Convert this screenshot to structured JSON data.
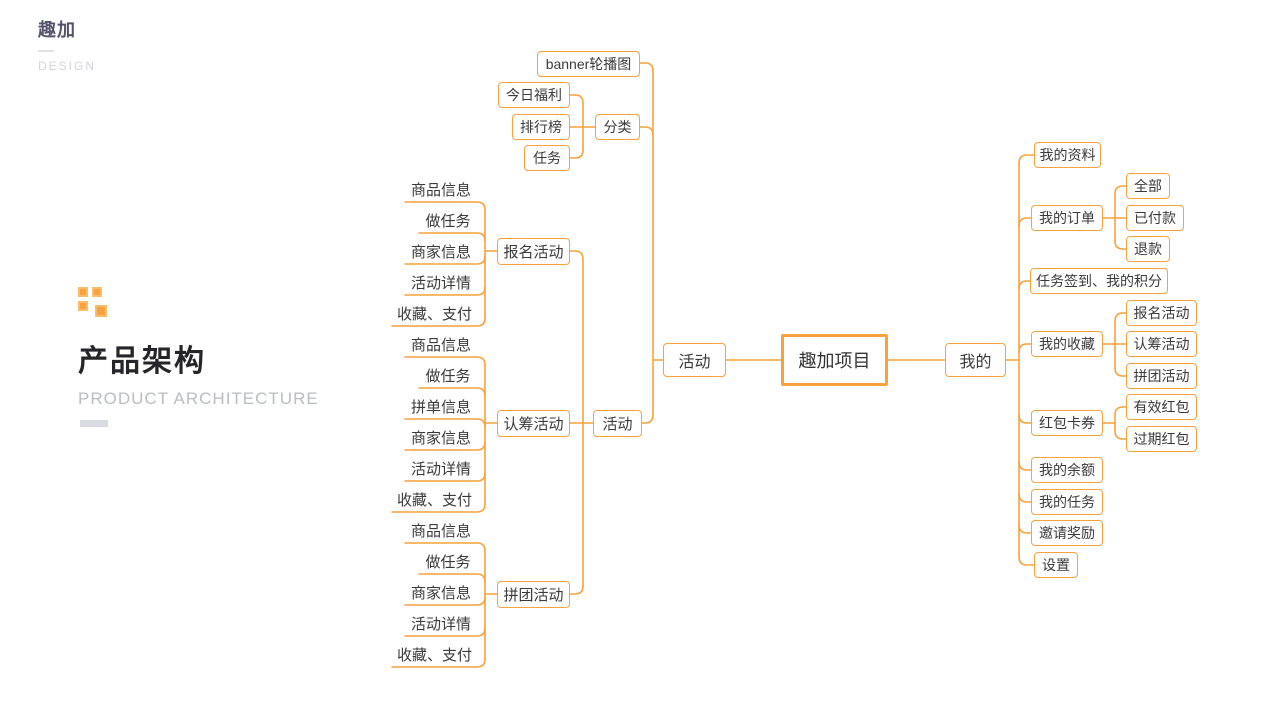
{
  "brand": {
    "logo": "趣加",
    "sub": "DESIGN"
  },
  "heading": {
    "title": "产品架构",
    "subtitle": "PRODUCT ARCHITECTURE"
  },
  "colors": {
    "accent": "#f7a23c",
    "text": "#3a3a3a",
    "muted": "#b9bdc4"
  },
  "mindmap": {
    "root": "趣加项目",
    "left": {
      "label": "活动",
      "banner": "banner轮播图",
      "category": {
        "label": "分类",
        "children": [
          "今日福利",
          "排行榜",
          "任务"
        ]
      },
      "activity": {
        "label": "活动",
        "signup": {
          "label": "报名活动",
          "children": [
            "商品信息",
            "做任务",
            "商家信息",
            "活动详情",
            "收藏、支付"
          ]
        },
        "crowd": {
          "label": "认筹活动",
          "children": [
            "商品信息",
            "做任务",
            "拼单信息",
            "商家信息",
            "活动详情",
            "收藏、支付"
          ]
        },
        "group": {
          "label": "拼团活动",
          "children": [
            "商品信息",
            "做任务",
            "商家信息",
            "活动详情",
            "收藏、支付"
          ]
        }
      }
    },
    "right": {
      "label": "我的",
      "profile": "我的资料",
      "orders": {
        "label": "我的订单",
        "children": [
          "全部",
          "已付款",
          "退款"
        ]
      },
      "tasks_signin": "任务签到、我的积分",
      "favorites": {
        "label": "我的收藏",
        "children": [
          "报名活动",
          "认筹活动",
          "拼团活动"
        ]
      },
      "coupons": {
        "label": "红包卡券",
        "children": [
          "有效红包",
          "过期红包"
        ]
      },
      "balance": "我的余额",
      "mytasks": "我的任务",
      "invite": "邀请奖励",
      "settings": "设置"
    }
  }
}
